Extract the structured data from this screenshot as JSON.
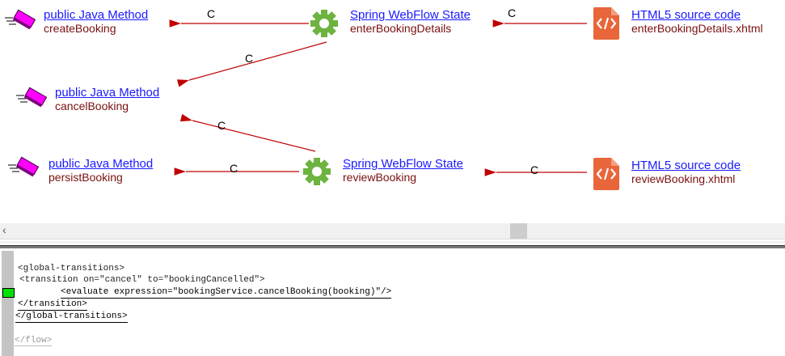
{
  "nodes": [
    {
      "type": "public Java Method",
      "name": "createBooking",
      "icon": "java-method-icon"
    },
    {
      "type": "Spring WebFlow State",
      "name": "enterBookingDetails",
      "icon": "gear-icon"
    },
    {
      "type": "HTML5 source code",
      "name": "enterBookingDetails.xhtml",
      "icon": "html5-file-icon"
    },
    {
      "type": "public Java Method",
      "name": "cancelBooking",
      "icon": "java-method-icon"
    },
    {
      "type": "public Java Method",
      "name": "persistBooking",
      "icon": "java-method-icon"
    },
    {
      "type": "Spring WebFlow State",
      "name": "reviewBooking",
      "icon": "gear-icon"
    },
    {
      "type": "HTML5 source code",
      "name": "reviewBooking.xhtml",
      "icon": "html5-file-icon"
    }
  ],
  "edge_label": "C",
  "colors": {
    "edge": "#c00000",
    "link": "#1a1aff",
    "name": "#7a1010",
    "gear": "#6db33f",
    "html": "#e8663a",
    "method": "#ff00ff",
    "marker": "#00ff00"
  },
  "code": {
    "lines": [
      "<global-transitions>",
      "<transition on=\"cancel\" to=\"bookingCancelled\">",
      "<evaluate expression=\"bookingService.cancelBooking(booking)\"/>",
      "</transition>",
      "</global-transitions>",
      "</flow>"
    ]
  }
}
